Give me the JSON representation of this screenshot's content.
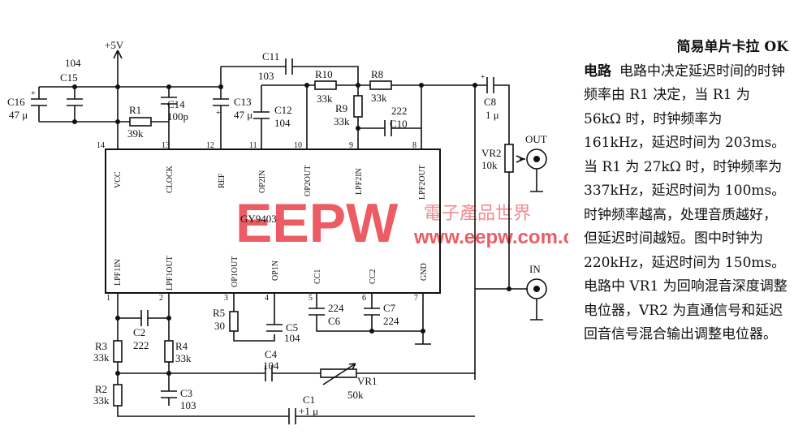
{
  "labels": {
    "vcc": "+5V",
    "c15_value": "104",
    "c15": "C15",
    "c16": "C16",
    "c16_value": "47 μ",
    "r1": "R1",
    "r1_value": "39k",
    "c14": "C14",
    "c14_value": "100p",
    "c11": "C11",
    "c11_value": "103",
    "c13": "C13",
    "c13_value": "47 μ",
    "c12": "C12",
    "c12_value": "104",
    "r10": "R10",
    "r10_value": "33k",
    "r9": "R9",
    "r9_value": "33k",
    "r8": "R8",
    "r8_value": "33k",
    "c10_value": "222",
    "c10": "C10",
    "c8": "C8",
    "c8_value": "1 μ",
    "out": "OUT",
    "vr2": "VR2",
    "vr2_value": "10k",
    "in": "IN",
    "chip": "GY9403",
    "r5": "R5",
    "r5_value": "30",
    "c5": "C5",
    "c5_value": "104",
    "c6_value": "224",
    "c6": "C6",
    "c7": "C7",
    "c7_value": "224",
    "c2": "C2",
    "c2_value": "222",
    "r3": "R3",
    "r3_value": "33k",
    "r4": "R4",
    "r4_value": "33k",
    "c4": "C4",
    "c4_value": "104",
    "vr1": "VR1",
    "vr1_value": "50k",
    "r2": "R2",
    "r2_value": "33k",
    "c3": "C3",
    "c3_value": "103",
    "c1": "C1",
    "c1_value": "+1 μ",
    "plus": "+"
  },
  "pins_top": [
    {
      "num": "14",
      "name": "VCC"
    },
    {
      "num": "13",
      "name": "CLOCK"
    },
    {
      "num": "12",
      "name": "REF"
    },
    {
      "num": "11",
      "name": "OP2IN"
    },
    {
      "num": "10",
      "name": "OP2OUT"
    },
    {
      "num": "9",
      "name": "LPF2IN"
    },
    {
      "num": "8",
      "name": "LPF2OUT"
    }
  ],
  "pins_bottom": [
    {
      "num": "1",
      "name": "LPF1IN"
    },
    {
      "num": "2",
      "name": "LPF1OUT"
    },
    {
      "num": "3",
      "name": "OP1OUT"
    },
    {
      "num": "4",
      "name": "OP1N"
    },
    {
      "num": "5",
      "name": "CC1"
    },
    {
      "num": "6",
      "name": "CC2"
    },
    {
      "num": "7",
      "name": "GND"
    }
  ],
  "watermark": {
    "logo": "EEPW",
    "url": "www.eepw.com.cn",
    "cn": "電子產品世界"
  },
  "description": {
    "title_a": "简易单片卡拉 OK",
    "title_b": "电路",
    "body": "电路中决定延迟时间的时钟频率由 R1 决定，当 R1 为 56kΩ 时，时钟频率为 161kHz，延迟时间为 203ms。当 R1 为 27kΩ 时，时钟频率为 337kHz，延迟时间为 100ms。时钟频率越高，处理音质越好，但延迟时间越短。图中时钟为 220kHz，延迟时间为 150ms。电路中 VR1 为回响混音深度调整电位器，VR2 为直通信号和延迟回音信号混合输出调整电位器。"
  }
}
